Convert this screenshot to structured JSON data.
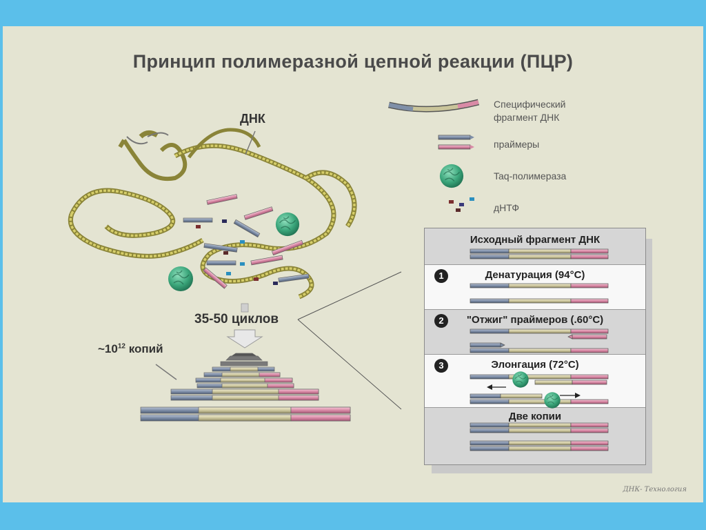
{
  "title": "Принцип полимеразной цепной реакции (ПЦР)",
  "dna_label": "ДНК",
  "cycles_label": "35-50 циклов",
  "copies_prefix": "~10",
  "copies_exp": "12",
  "copies_suffix": " копий",
  "legend": {
    "fragment_line1": "Специфический",
    "fragment_line2": "фрагмент ДНК",
    "primers": "праймеры",
    "polymerase": "Taq-полимераза",
    "dntp": "дНТФ"
  },
  "panel": {
    "initial": "Исходный фрагмент ДНК",
    "step1_num": "1",
    "step1": "Денатурация (94°C)",
    "step2_num": "2",
    "step2": "\"Отжиг\" праймеров (.60°C)",
    "step3_num": "3",
    "step3": "Элонгация (72°C)",
    "result": "Две копии"
  },
  "credit": "ДНК- Технология",
  "colors": {
    "blue_segment": "#7f8fa8",
    "tan_segment": "#cfc9a0",
    "pink_segment": "#d98aa6",
    "polymerase": "#3aa57a",
    "dna_strand": "#b9b14a",
    "background": "#e4e4d2",
    "frame": "#5bbfea"
  }
}
